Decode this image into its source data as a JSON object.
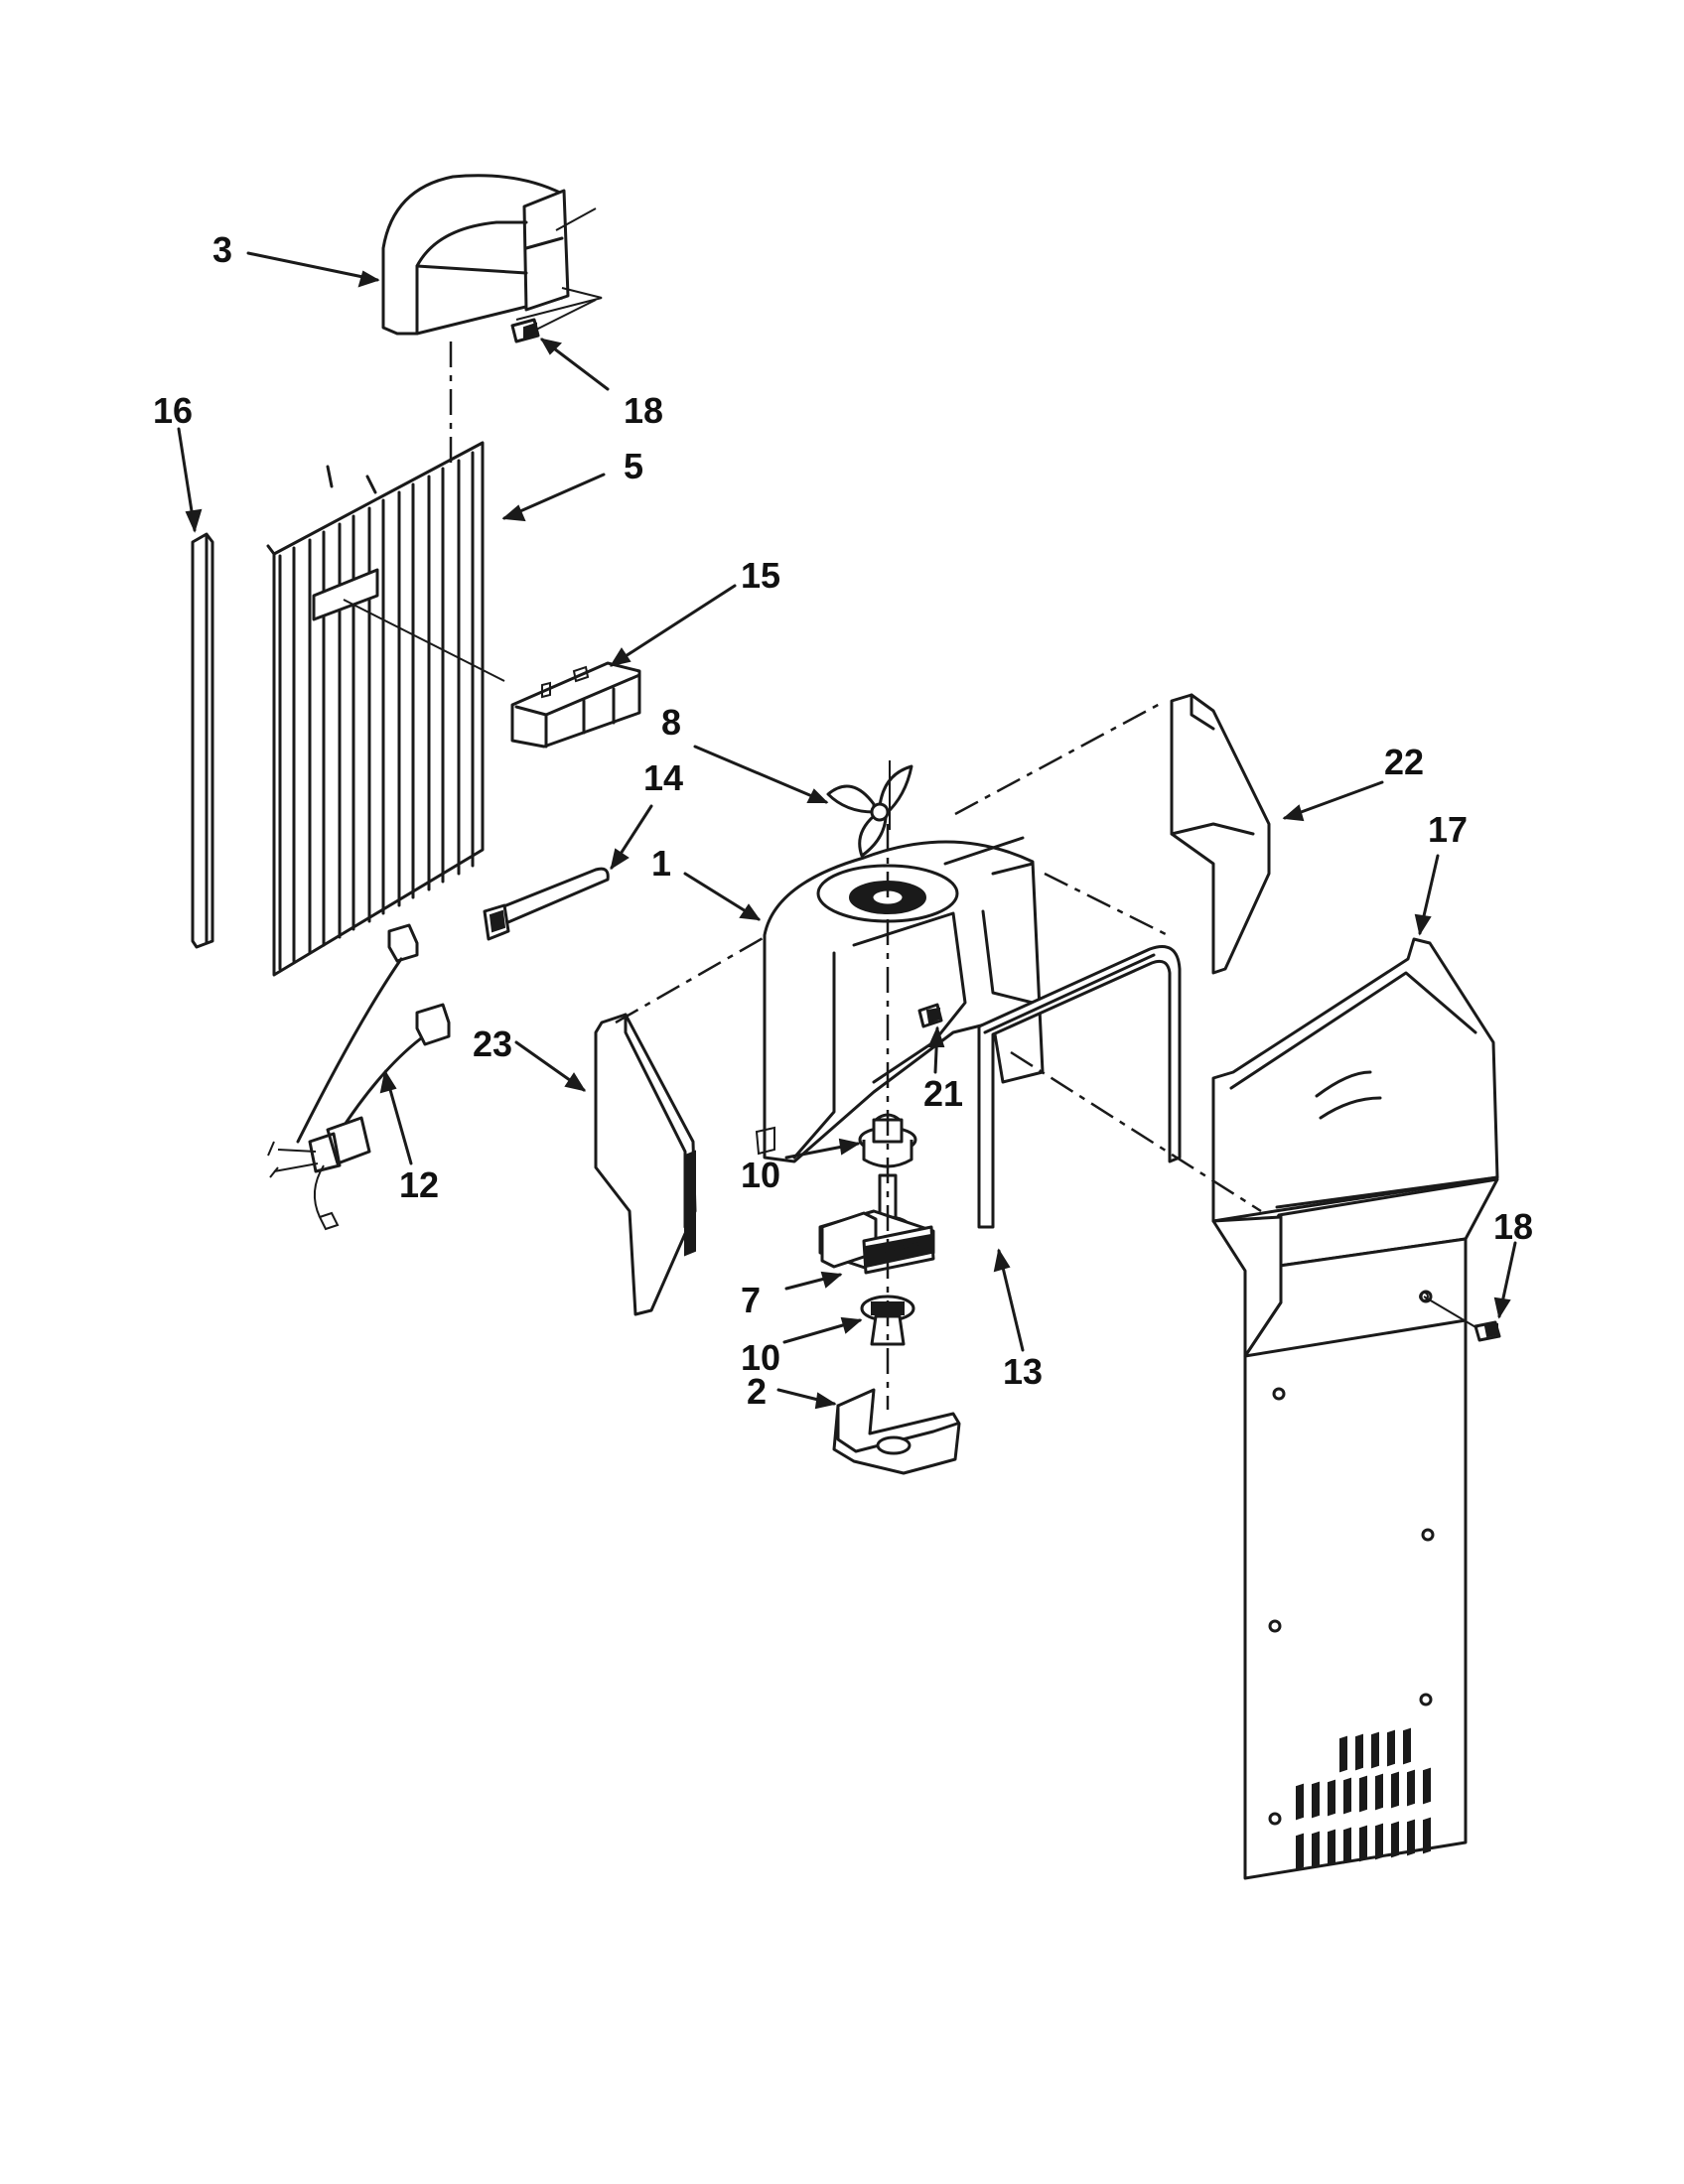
{
  "labels": [
    {
      "id": "3",
      "text": "3"
    },
    {
      "id": "18a",
      "text": "18"
    },
    {
      "id": "16",
      "text": "16"
    },
    {
      "id": "5",
      "text": "5"
    },
    {
      "id": "15",
      "text": "15"
    },
    {
      "id": "8",
      "text": "8"
    },
    {
      "id": "14",
      "text": "14"
    },
    {
      "id": "1",
      "text": "1"
    },
    {
      "id": "22",
      "text": "22"
    },
    {
      "id": "17",
      "text": "17"
    },
    {
      "id": "23",
      "text": "23"
    },
    {
      "id": "21",
      "text": "21"
    },
    {
      "id": "10a",
      "text": "10"
    },
    {
      "id": "12",
      "text": "12"
    },
    {
      "id": "7",
      "text": "7"
    },
    {
      "id": "10b",
      "text": "10"
    },
    {
      "id": "13",
      "text": "13"
    },
    {
      "id": "18b",
      "text": "18"
    },
    {
      "id": "2",
      "text": "2"
    }
  ]
}
